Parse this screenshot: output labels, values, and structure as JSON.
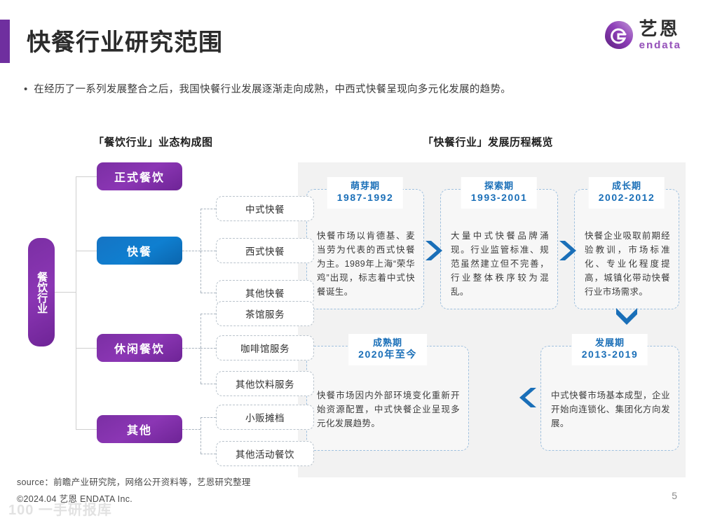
{
  "header": {
    "title": "快餐行业研究范围",
    "accent_color": "#6f2f9f",
    "logo": {
      "cn": "艺恩",
      "en": "endata"
    }
  },
  "bullet": {
    "marker": "•",
    "text": "在经历了一系列发展整合之后，我国快餐行业发展逐渐走向成熟，中西式快餐呈现向多元化发展的趋势。"
  },
  "left_section": {
    "title": "「餐饮行业」业态构成图",
    "root": "餐饮行业",
    "branches": [
      {
        "label": "正式餐饮",
        "color": "#7b2fa4",
        "leaves": []
      },
      {
        "label": "快餐",
        "color": "#0f7fd0",
        "leaves": [
          "中式快餐",
          "西式快餐",
          "其他快餐"
        ]
      },
      {
        "label": "休闲餐饮",
        "color": "#7b2fa4",
        "leaves": [
          "茶馆服务",
          "咖啡馆服务",
          "其他饮料服务"
        ]
      },
      {
        "label": "其他",
        "color": "#7b2fa4",
        "leaves": [
          "小贩摊档",
          "其他活动餐饮"
        ]
      }
    ]
  },
  "right_section": {
    "title": "「快餐行业」发展历程概览",
    "accent_color": "#1a6fb8",
    "stages": [
      {
        "name": "萌芽期",
        "years": "1987-1992",
        "body": "快餐市场以肯德基、麦当劳为代表的西式快餐为主。1989年上海“荣华鸡”出现，标志着中式快餐诞生。"
      },
      {
        "name": "探索期",
        "years": "1993-2001",
        "body": "大量中式快餐品牌涌现。行业监管标准、规范虽然建立但不完善，行业整体秩序较为混乱。"
      },
      {
        "name": "成长期",
        "years": "2002-2012",
        "body": "快餐企业吸取前期经验教训，市场标准化、专业化程度提高，城镇化带动快餐行业市场需求。"
      },
      {
        "name": "发展期",
        "years": "2013-2019",
        "body": "中式快餐市场基本成型，企业开始向连锁化、集团化方向发展。"
      },
      {
        "name": "成熟期",
        "years": "2020年至今",
        "body": "快餐市场因内外部环境变化重新开始资源配置，中式快餐企业呈现多元化发展趋势。"
      }
    ]
  },
  "footer": {
    "source": "source：前瞻产业研究院，网络公开资料等，艺恩研究整理",
    "copyright": "©2024.04 艺恩 ENDATA Inc.",
    "page_number": "5",
    "watermark": "100 一手研报库"
  }
}
